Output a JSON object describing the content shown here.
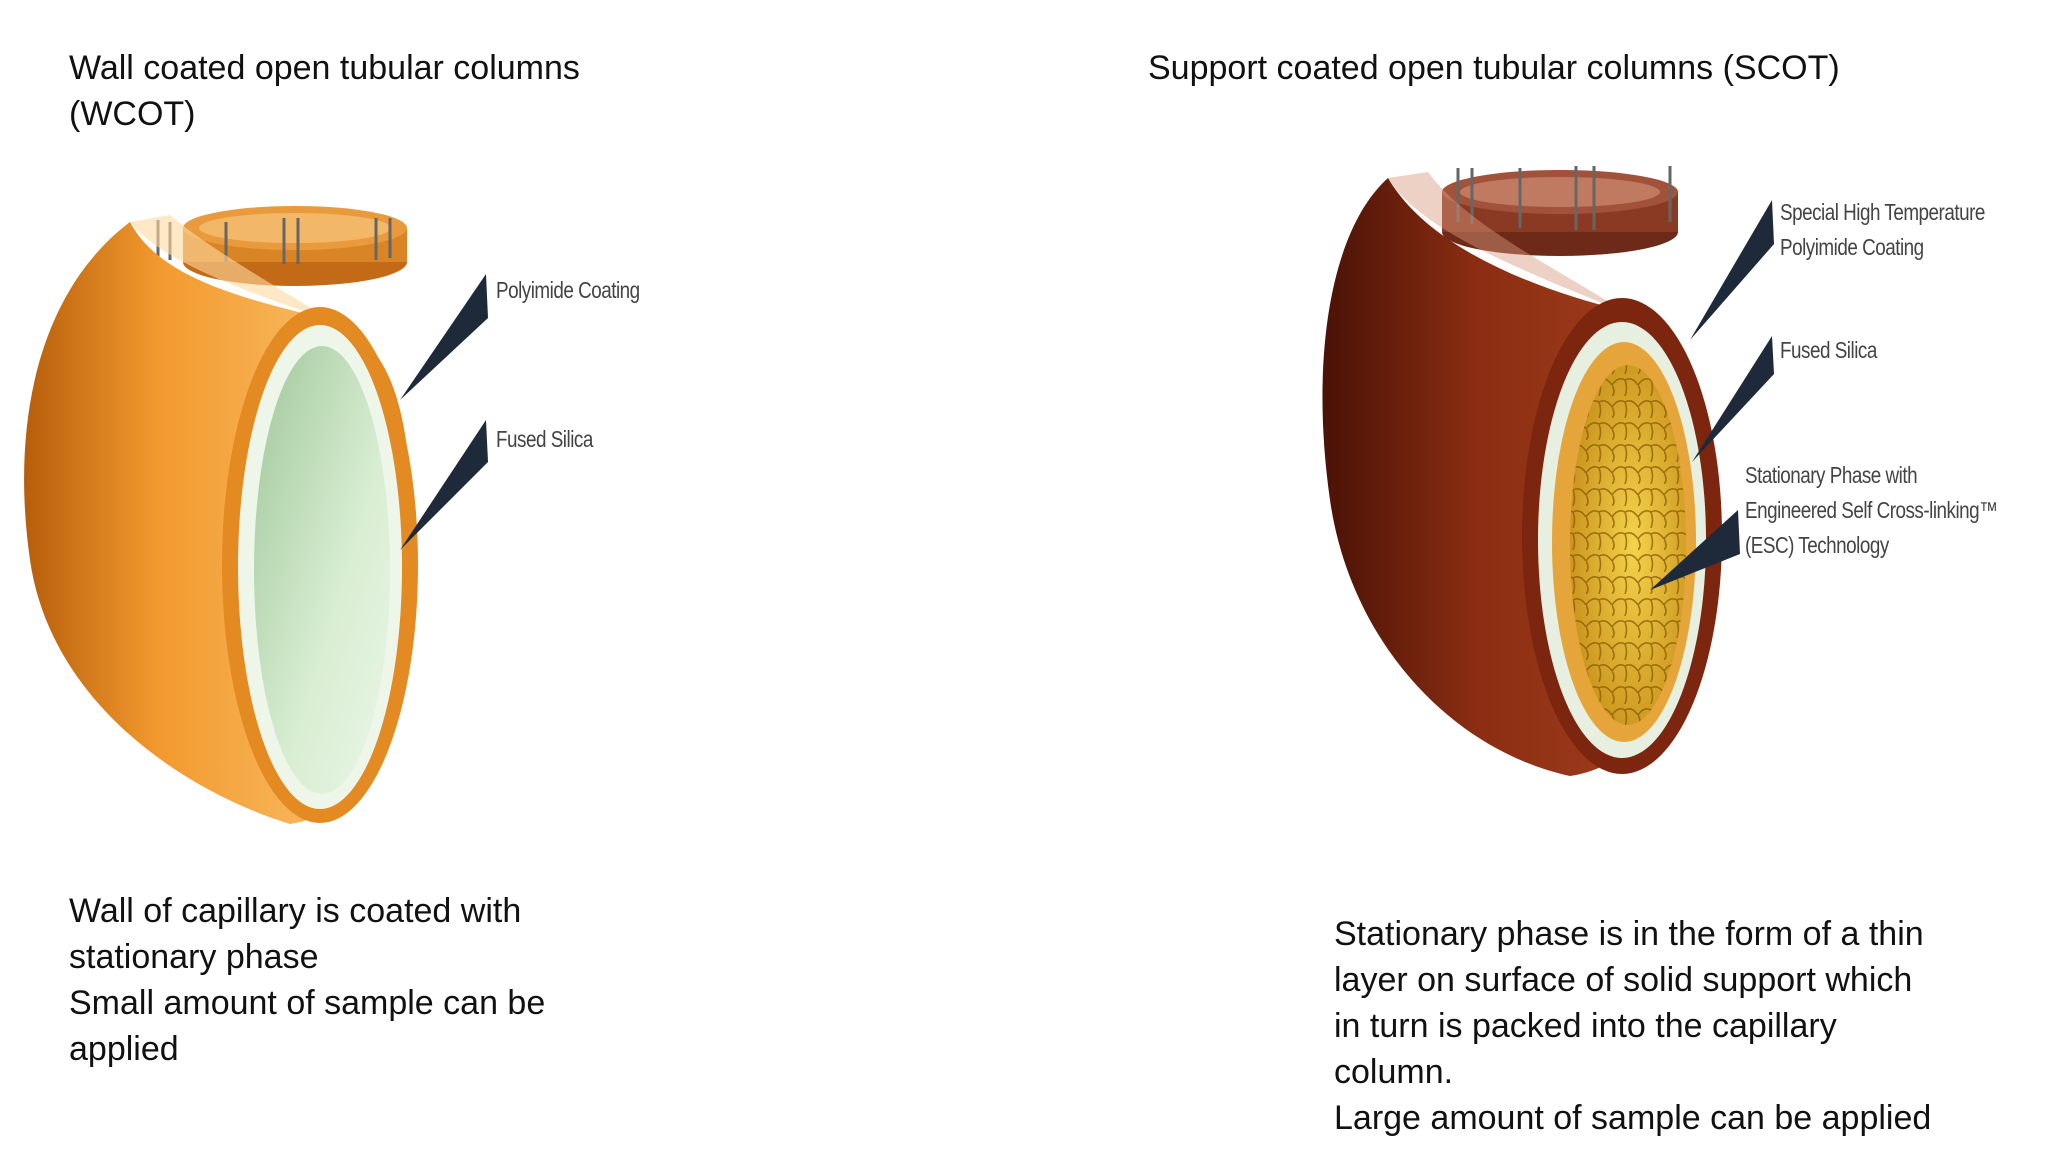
{
  "left_panel": {
    "title_lines": [
      "Wall coated open tubular columns",
      "(WCOT)"
    ],
    "callouts": [
      "Polyimide Coating",
      "Fused Silica"
    ],
    "description_lines": [
      "Wall of capillary is coated with",
      "stationary phase",
      "Small amount of sample can be",
      "applied"
    ]
  },
  "right_panel": {
    "title": "Support coated open tubular columns (SCOT)",
    "callouts": {
      "coating_lines": [
        "Special High Temperature",
        "Polyimide Coating"
      ],
      "silica": "Fused Silica",
      "phase_lines": [
        "Stationary Phase with",
        "Engineered Self Cross-linking™",
        "(ESC) Technology"
      ]
    },
    "description_lines": [
      "Stationary phase is in the form of a thin",
      "layer on surface of solid support which",
      "in turn is packed into the capillary",
      "column.",
      "Large amount of sample can be applied"
    ]
  },
  "colors": {
    "wcot_tube": "#e8871e",
    "wcot_inner": "#cfe6c8",
    "scot_tube": "#7a2410",
    "scot_inner": "#e8a63a",
    "packing": "#e6b81f"
  }
}
